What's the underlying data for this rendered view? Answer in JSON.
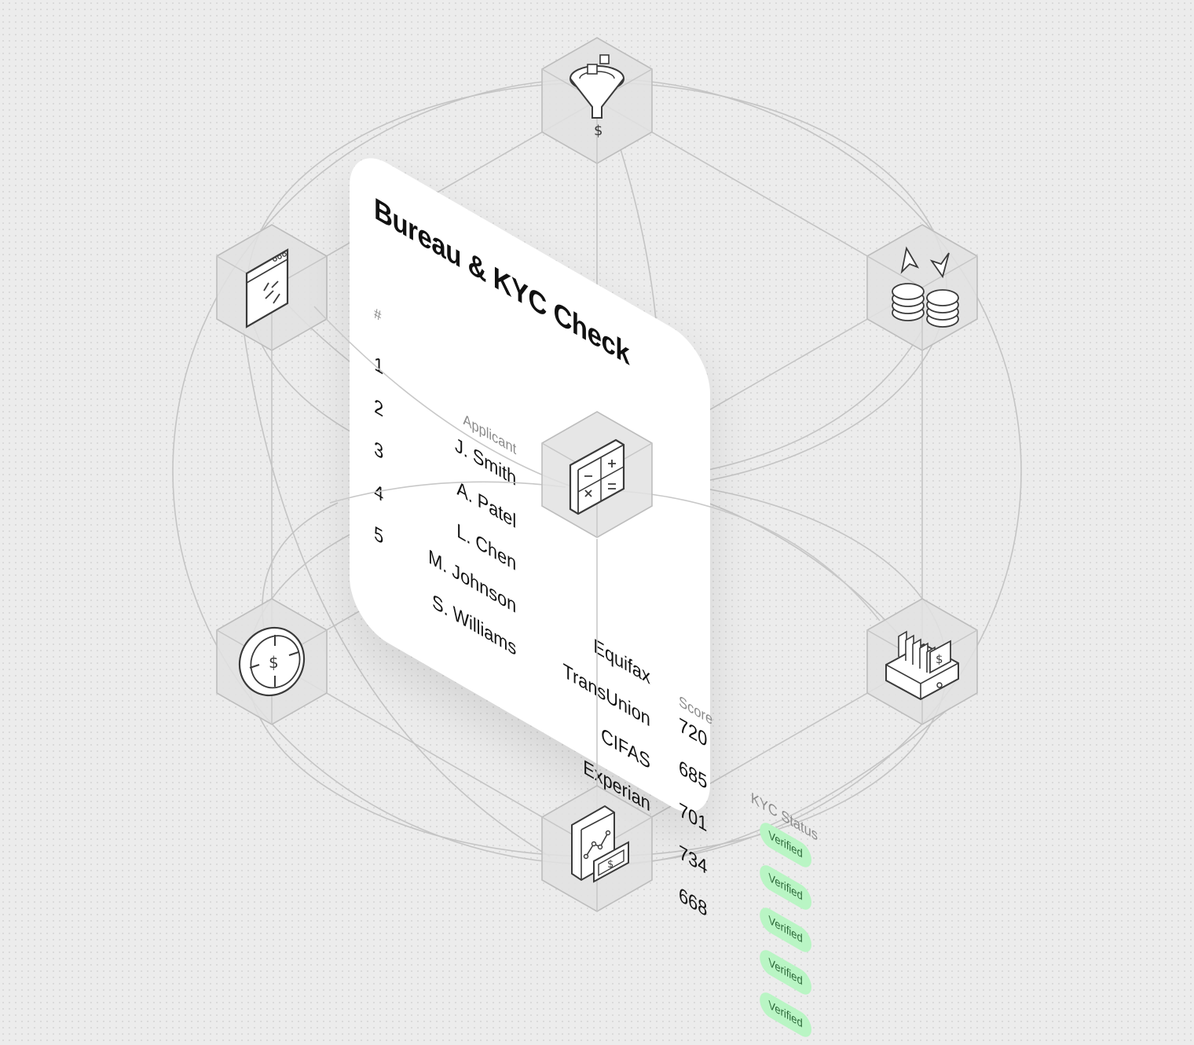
{
  "card": {
    "title": "Bureau & KYC Check",
    "headers": {
      "index": "#",
      "applicant": "Applicant",
      "bureau": "",
      "score": "Score",
      "kyc": "KYC Status"
    },
    "rows": [
      {
        "index": "1",
        "applicant": "J. Smith",
        "bureau": "Equifax",
        "score": "720",
        "kyc": "Verified"
      },
      {
        "index": "2",
        "applicant": "A. Patel",
        "bureau": "TransUnion",
        "score": "685",
        "kyc": "Verified"
      },
      {
        "index": "3",
        "applicant": "L. Chen",
        "bureau": "CIFAS",
        "score": "701",
        "kyc": "Verified"
      },
      {
        "index": "4",
        "applicant": "M. Johnson",
        "bureau": "Experian",
        "score": "734",
        "kyc": "Verified"
      },
      {
        "index": "5",
        "applicant": "S. Williams",
        "bureau": "",
        "score": "668",
        "kyc": "Verified"
      }
    ]
  },
  "nodes": [
    {
      "id": "top",
      "icon": "funnel-dollar-icon"
    },
    {
      "id": "upper-left",
      "icon": "browser-arrows-icon"
    },
    {
      "id": "upper-right",
      "icon": "coins-arrows-icon"
    },
    {
      "id": "center",
      "icon": "calculator-icon"
    },
    {
      "id": "lower-left",
      "icon": "target-dollar-icon"
    },
    {
      "id": "lower-right",
      "icon": "cash-register-icon"
    },
    {
      "id": "bottom",
      "icon": "report-cash-icon"
    }
  ],
  "colors": {
    "background": "#ececec",
    "line": "#bdbdbd",
    "cube_fill": "#e4e4e4",
    "cube_stroke": "#bdbdbd",
    "icon_stroke": "#3a3a3a",
    "badge_fill": "#b9f5c4",
    "badge_text": "#2d6a3a"
  }
}
